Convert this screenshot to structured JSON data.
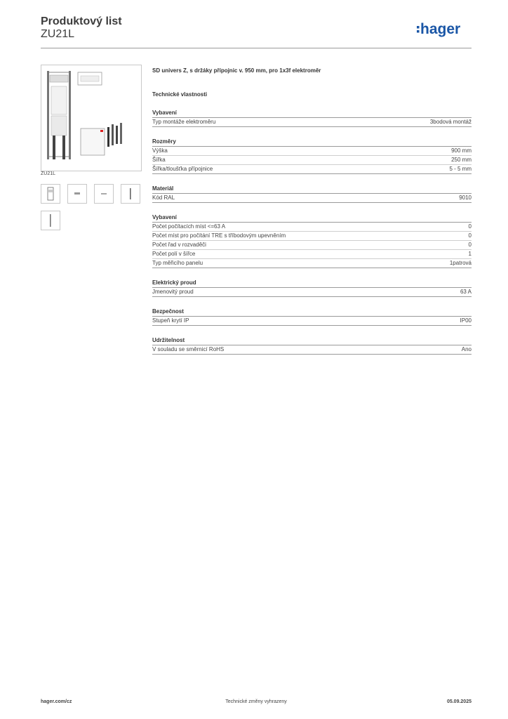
{
  "header": {
    "title": "Produktový list",
    "code": "ZU21L",
    "logo_text": "hager",
    "brand_color": "#1a56a6"
  },
  "image": {
    "caption": "ZU21L"
  },
  "product": {
    "description": "SD univers Z, s držáky přípojnic v. 950 mm, pro 1x3f elektroměr",
    "tech_heading": "Technické vlastnosti"
  },
  "sections": [
    {
      "title": "Vybavení",
      "rows": [
        {
          "label": "Typ montáže elektroměru",
          "value": "3bodová montáž"
        }
      ]
    },
    {
      "title": "Rozměry",
      "rows": [
        {
          "label": "Výška",
          "value": "900 mm"
        },
        {
          "label": "Šířka",
          "value": "250 mm"
        },
        {
          "label": "Šířka/tloušťka přípojnice",
          "value": "5 - 5 mm"
        }
      ]
    },
    {
      "title": "Materiál",
      "rows": [
        {
          "label": "Kód RAL",
          "value": "9010"
        }
      ]
    },
    {
      "title": "Vybavení",
      "rows": [
        {
          "label": "Počet počítacích míst <=63 A",
          "value": "0"
        },
        {
          "label": "Počet míst pro počítání TRE s tříbodovým upevněním",
          "value": "0"
        },
        {
          "label": "Počet řad v rozvaděči",
          "value": "0"
        },
        {
          "label": "Počet polí v šířce",
          "value": "1"
        },
        {
          "label": "Typ měřicího panelu",
          "value": "1patrová"
        }
      ]
    },
    {
      "title": "Elektrický proud",
      "rows": [
        {
          "label": "Jmenovitý proud",
          "value": "63 A"
        }
      ]
    },
    {
      "title": "Bezpečnost",
      "rows": [
        {
          "label": "Stupeň krytí IP",
          "value": "IP00"
        }
      ]
    },
    {
      "title": "Udržitelnost",
      "rows": [
        {
          "label": "V souladu se směrnicí RoHS",
          "value": "Ano"
        }
      ]
    }
  ],
  "footer": {
    "website": "hager.com/cz",
    "notice": "Technické změny vyhrazeny",
    "date": "05.09.2025"
  }
}
